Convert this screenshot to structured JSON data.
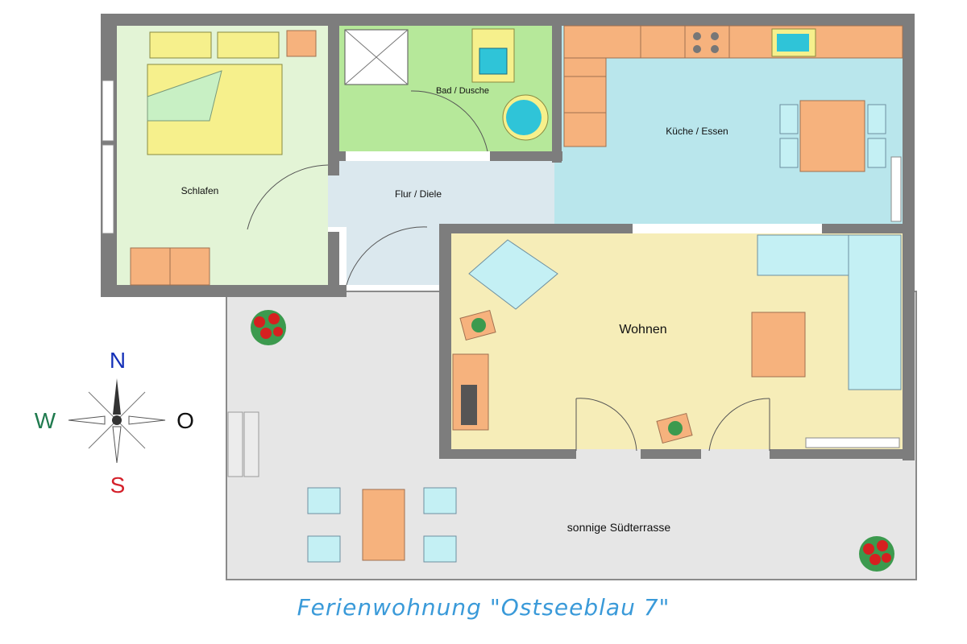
{
  "rooms": {
    "bedroom": "Schlafen",
    "bath": "Bad / Dusche",
    "kitchen": "Küche  / Essen",
    "hall": "Flur / Diele",
    "living": "Wohnen",
    "terrace": "sonnige Südterrasse"
  },
  "compass": {
    "north": "N",
    "south": "S",
    "west": "W",
    "east": "O"
  },
  "caption": "Ferienwohnung \"Ostseeblau 7\"",
  "colors": {
    "wall": "#7d7d7d",
    "bedroom_floor": "#e3f4d6",
    "bath_floor": "#b6e89a",
    "kitchen_floor": "#b9e6ec",
    "hall_floor": "#dbe8ee",
    "living_floor": "#f6edb8",
    "terrace_floor": "#e6e6e6",
    "furniture_orange": "#f6b27d",
    "bed_yellow": "#f6f08c",
    "sofa_blue": "#c4f0f4",
    "north": "#1531b8",
    "south": "#d4202a",
    "west": "#1f7a4e",
    "east": "#111111",
    "caption": "#3a9ad9"
  }
}
